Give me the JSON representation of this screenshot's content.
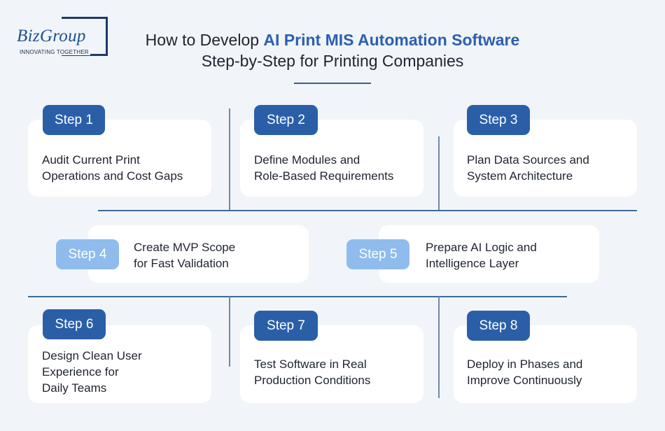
{
  "logo": {
    "wordmark": "BizGroup",
    "tagline": "INNOVATING TOGETHER"
  },
  "title": {
    "line1_prefix": "How to Develop ",
    "line1_highlight": "AI Print MIS Automation Software",
    "line2": "Step-by-Step for Printing Companies"
  },
  "colors": {
    "badge_dark": "#2a5fa8",
    "badge_light": "#8fbcec",
    "title_highlight": "#2c5fb0",
    "connector": "#3e6a96"
  },
  "steps": [
    {
      "label": "Step 1",
      "text_line1": "Audit Current Print",
      "text_line2": "Operations and Cost Gaps",
      "text_line3": ""
    },
    {
      "label": "Step 2",
      "text_line1": "Define Modules and",
      "text_line2": "Role-Based Requirements",
      "text_line3": ""
    },
    {
      "label": "Step 3",
      "text_line1": "Plan Data Sources and",
      "text_line2": "System Architecture",
      "text_line3": ""
    },
    {
      "label": "Step 4",
      "text_line1": "Create MVP Scope",
      "text_line2": "for Fast Validation",
      "text_line3": ""
    },
    {
      "label": "Step 5",
      "text_line1": "Prepare AI Logic and",
      "text_line2": "Intelligence Layer",
      "text_line3": ""
    },
    {
      "label": "Step 6",
      "text_line1": "Design Clean User",
      "text_line2": "Experience for",
      "text_line3": "Daily Teams"
    },
    {
      "label": "Step 7",
      "text_line1": "Test Software in Real",
      "text_line2": "Production Conditions",
      "text_line3": ""
    },
    {
      "label": "Step 8",
      "text_line1": "Deploy in Phases and",
      "text_line2": "Improve Continuously",
      "text_line3": ""
    }
  ]
}
